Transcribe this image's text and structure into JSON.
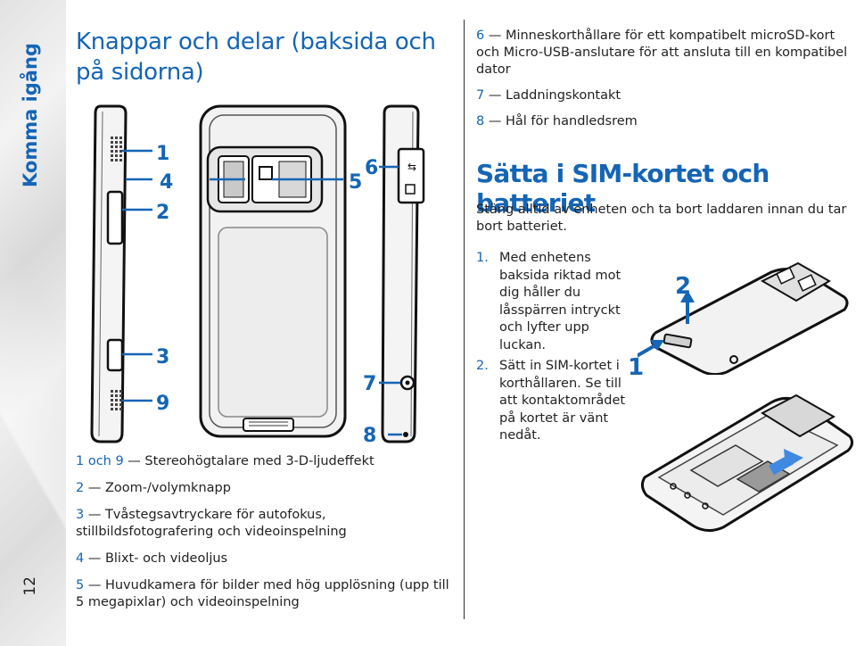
{
  "sidebar": {
    "section_label": "Komma igång",
    "page_number": "12"
  },
  "title": "Knappar och delar (baksida och på sidorna)",
  "figure_labels": [
    "1",
    "4",
    "2",
    "3",
    "9",
    "6",
    "5",
    "7",
    "8"
  ],
  "legend": [
    {
      "num": "1 och 9",
      "text": "Stereohögtalare med 3-D-ljudeffekt"
    },
    {
      "num": "2",
      "text": "Zoom-/volymknapp"
    },
    {
      "num": "3",
      "text": "Tvåstegsavtryckare för autofokus, stillbildsfotografering och videoinspelning"
    },
    {
      "num": "4",
      "text": "Blixt- och videoljus"
    },
    {
      "num": "5",
      "text": "Huvudkamera för bilder med hög upplösning (upp till 5 megapixlar) och videoinspelning"
    }
  ],
  "right_list": [
    {
      "num": "6",
      "text": "Minneskorthållare för ett kompatibelt microSD-kort och Micro-USB-anslutare för att ansluta till en kompatibel dator"
    },
    {
      "num": "7",
      "text": "Laddningskontakt"
    },
    {
      "num": "8",
      "text": "Hål för handledsrem"
    }
  ],
  "section_heading": "Sätta i SIM-kortet och batteriet",
  "intro": "Stäng alltid av enheten och ta bort laddaren innan du tar bort batteriet.",
  "steps": [
    {
      "num": "1.",
      "text": "Med enhetens baksida riktad mot dig håller du låsspärren intryckt och lyfter upp luckan."
    },
    {
      "num": "2.",
      "text": "Sätt in SIM-kortet i korthållaren. Se till att kontaktområdet på kortet är vänt nedåt."
    }
  ],
  "step_figure_labels": [
    "2",
    "1"
  ],
  "colors": {
    "accent": "#1565b5",
    "text": "#222222"
  }
}
